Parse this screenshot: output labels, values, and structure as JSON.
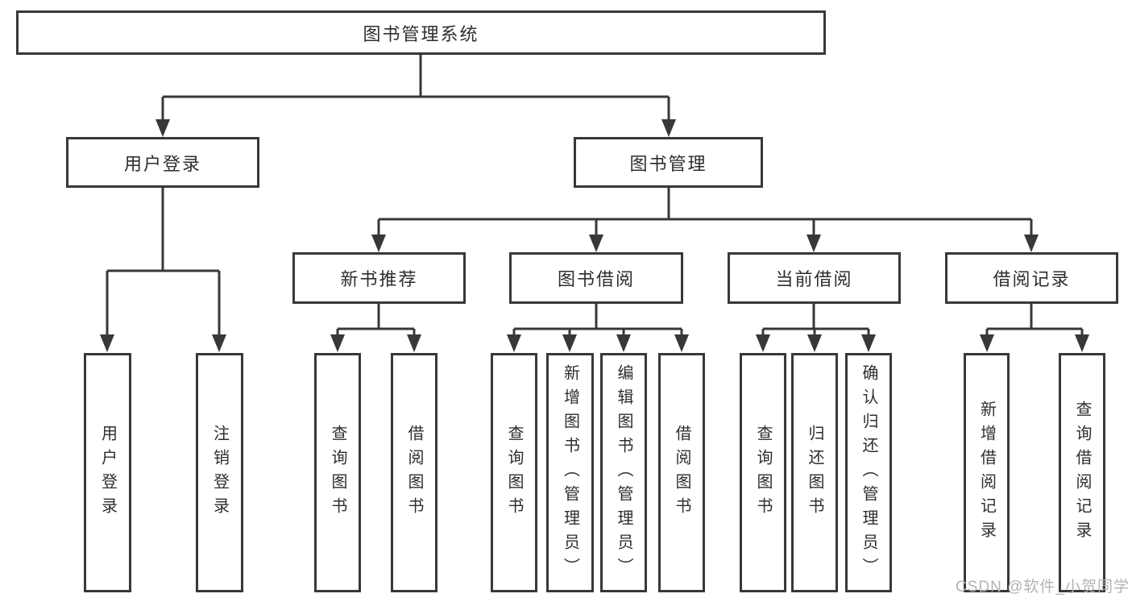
{
  "diagram": {
    "root": {
      "label": "图书管理系统"
    },
    "level2": [
      {
        "label": "用户登录"
      },
      {
        "label": "图书管理"
      }
    ],
    "level3": [
      {
        "label": "新书推荐"
      },
      {
        "label": "图书借阅"
      },
      {
        "label": "当前借阅"
      },
      {
        "label": "借阅记录"
      }
    ],
    "level4_groups": [
      {
        "parent": "用户登录",
        "items": [
          "用户登录",
          "注销登录"
        ]
      },
      {
        "parent": "新书推荐",
        "items": [
          "查询图书",
          "借阅图书"
        ]
      },
      {
        "parent": "图书借阅",
        "items": [
          "查询图书",
          "新增图书（管理员）",
          "编辑图书（管理员）",
          "借阅图书"
        ]
      },
      {
        "parent": "当前借阅",
        "items": [
          "查询图书",
          "归还图书",
          "确认归还（管理员）"
        ]
      },
      {
        "parent": "借阅记录",
        "items": [
          "新增借阅记录",
          "查询借阅记录"
        ]
      }
    ]
  },
  "watermark": {
    "text": "CSDN @软件_小贺同学"
  },
  "colors": {
    "line": "#383838",
    "text": "#2e2e2e",
    "watermark": "#b3b3b3",
    "background": "#ffffff"
  }
}
